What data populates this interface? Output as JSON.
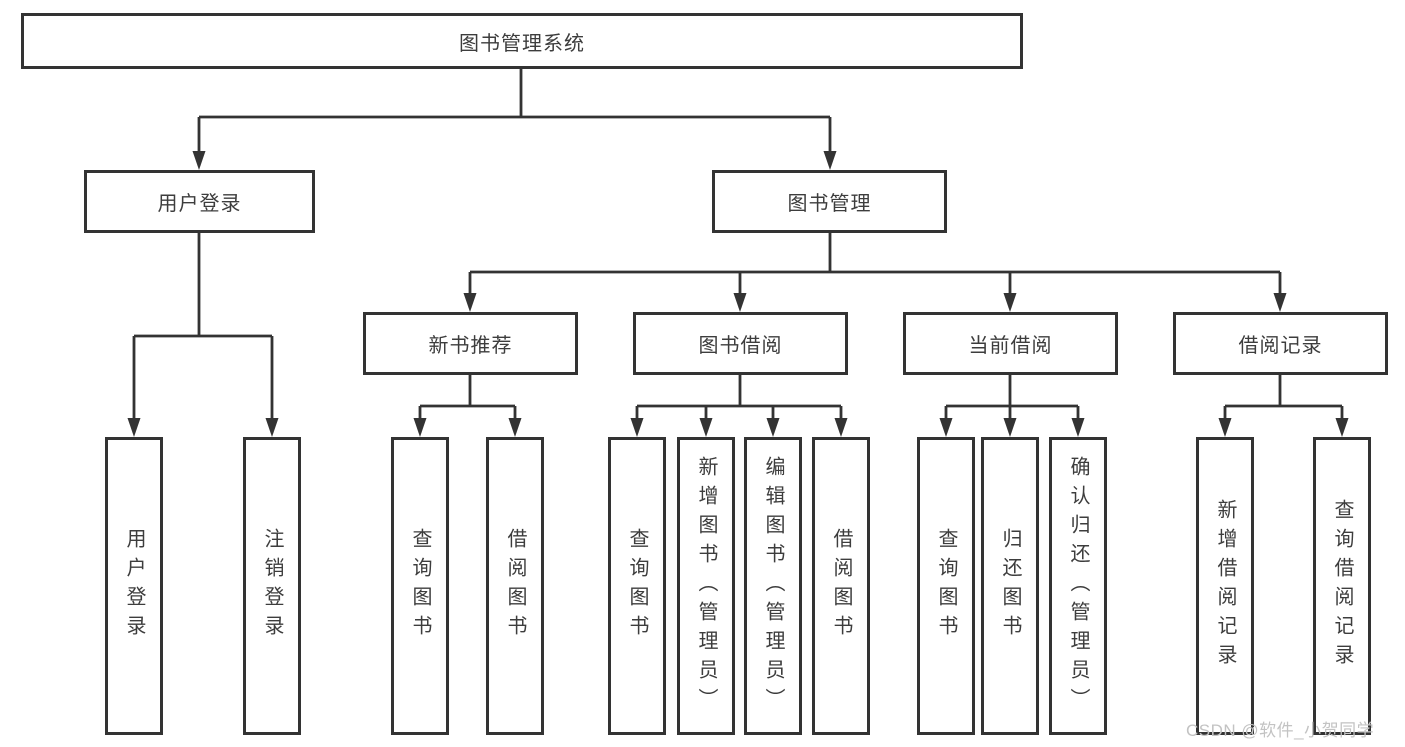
{
  "diagram": {
    "kind": "hierarchy-tree",
    "title": "图书管理系统"
  },
  "colors": {
    "line": "#333333",
    "border": "#333333",
    "text": "#3d3d3d",
    "background": "#ffffff",
    "watermark": "#c3c3c3"
  },
  "nodes": {
    "root": {
      "label": "图书管理系统"
    },
    "user_login_module": {
      "label": "用户登录"
    },
    "book_management": {
      "label": "图书管理"
    },
    "new_book_recommend": {
      "label": "新书推荐"
    },
    "book_borrow": {
      "label": "图书借阅"
    },
    "current_borrow": {
      "label": "当前借阅"
    },
    "borrow_record": {
      "label": "借阅记录"
    },
    "leaf_user_login": {
      "label": "用户登录"
    },
    "leaf_logout": {
      "label": "注销登录"
    },
    "leaf_nb_query_book": {
      "label": "查询图书"
    },
    "leaf_nb_borrow_book": {
      "label": "借阅图书"
    },
    "leaf_bb_query_book": {
      "label": "查询图书"
    },
    "leaf_bb_add_book": {
      "label": "新增图书（管理员）"
    },
    "leaf_bb_edit_book": {
      "label": "编辑图书（管理员）"
    },
    "leaf_bb_borrow_book": {
      "label": "借阅图书"
    },
    "leaf_cb_query_book": {
      "label": "查询图书"
    },
    "leaf_cb_return_book": {
      "label": "归还图书"
    },
    "leaf_cb_confirm_return": {
      "label": "确认归还（管理员）"
    },
    "leaf_br_add_record": {
      "label": "新增借阅记录"
    },
    "leaf_br_query_record": {
      "label": "查询借阅记录"
    }
  },
  "hierarchy": {
    "图书管理系统": {
      "用户登录": [
        "用户登录",
        "注销登录"
      ],
      "图书管理": {
        "新书推荐": [
          "查询图书",
          "借阅图书"
        ],
        "图书借阅": [
          "查询图书",
          "新增图书（管理员）",
          "编辑图书（管理员）",
          "借阅图书"
        ],
        "当前借阅": [
          "查询图书",
          "归还图书",
          "确认归还（管理员）"
        ],
        "借阅记录": [
          "新增借阅记录",
          "查询借阅记录"
        ]
      }
    }
  },
  "watermark": {
    "text": "CSDN @软件_小贺同学"
  }
}
